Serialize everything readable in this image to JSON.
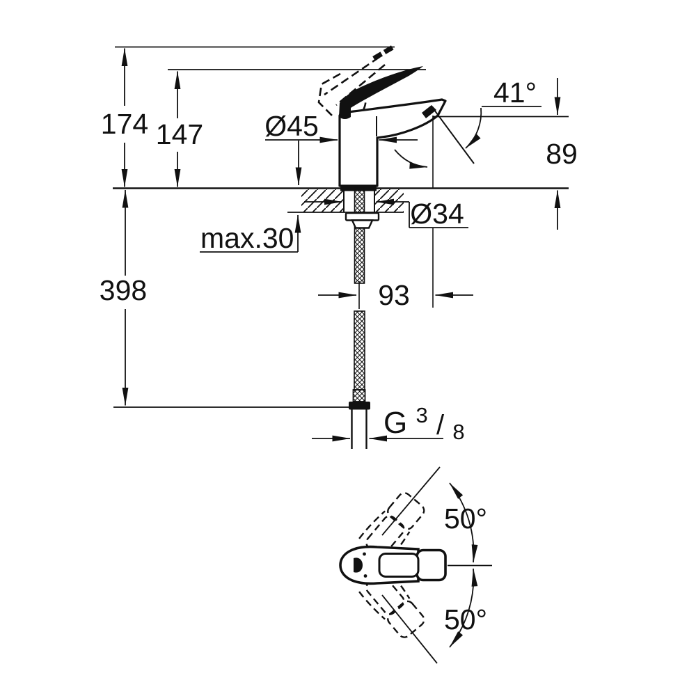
{
  "drawing": {
    "colors": {
      "line": "#111111",
      "background": "#ffffff"
    },
    "side_view": {
      "dim_total_height": "174",
      "dim_lever_height": "147",
      "dim_body_diameter": "Ø45",
      "dim_spout_angle": "41°",
      "dim_outlet_height": "89",
      "dim_hole_diameter": "Ø34",
      "dim_deck_thickness": "max.30",
      "dim_install_height": "398",
      "dim_spout_projection": "93",
      "thread": {
        "g": "G",
        "numerator": "3",
        "slash": "/",
        "denominator": "8"
      }
    },
    "top_view": {
      "dim_swivel_upper": "50°",
      "dim_swivel_lower": "50°"
    }
  }
}
